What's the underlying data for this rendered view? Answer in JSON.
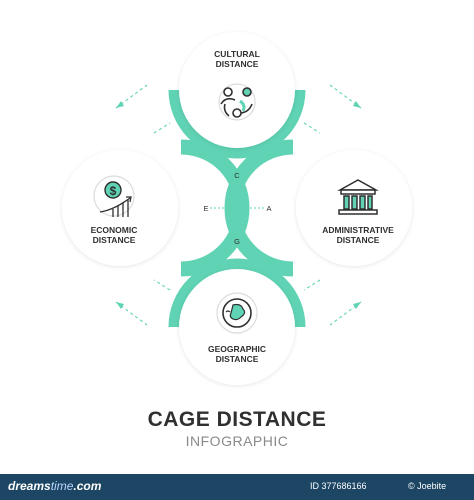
{
  "diagram": {
    "accent_color": "#5fd3b4",
    "nodes": [
      {
        "key": "cultural",
        "line1": "CULTURAL",
        "line2": "DISTANCE",
        "icon": "people-circle-icon"
      },
      {
        "key": "administrative",
        "line1": "ADMINISTRATIVE",
        "line2": "DISTANCE",
        "icon": "government-building-icon"
      },
      {
        "key": "geographic",
        "line1": "GEOGRAPHIC",
        "line2": "DISTANCE",
        "icon": "globe-icon"
      },
      {
        "key": "economic",
        "line1": "ECONOMIC",
        "line2": "DISTANCE",
        "icon": "dollar-growth-chart-icon"
      }
    ],
    "compass": {
      "top": "C",
      "right": "A",
      "bottom": "G",
      "left": "E"
    }
  },
  "title": {
    "main": "CAGE DISTANCE",
    "sub": "INFOGRAPHIC"
  },
  "footer": {
    "brand_a": "dreams",
    "brand_dot": "time",
    "brand_b": ".com",
    "image_id": "ID 377686166",
    "credit": "© Joebite"
  }
}
